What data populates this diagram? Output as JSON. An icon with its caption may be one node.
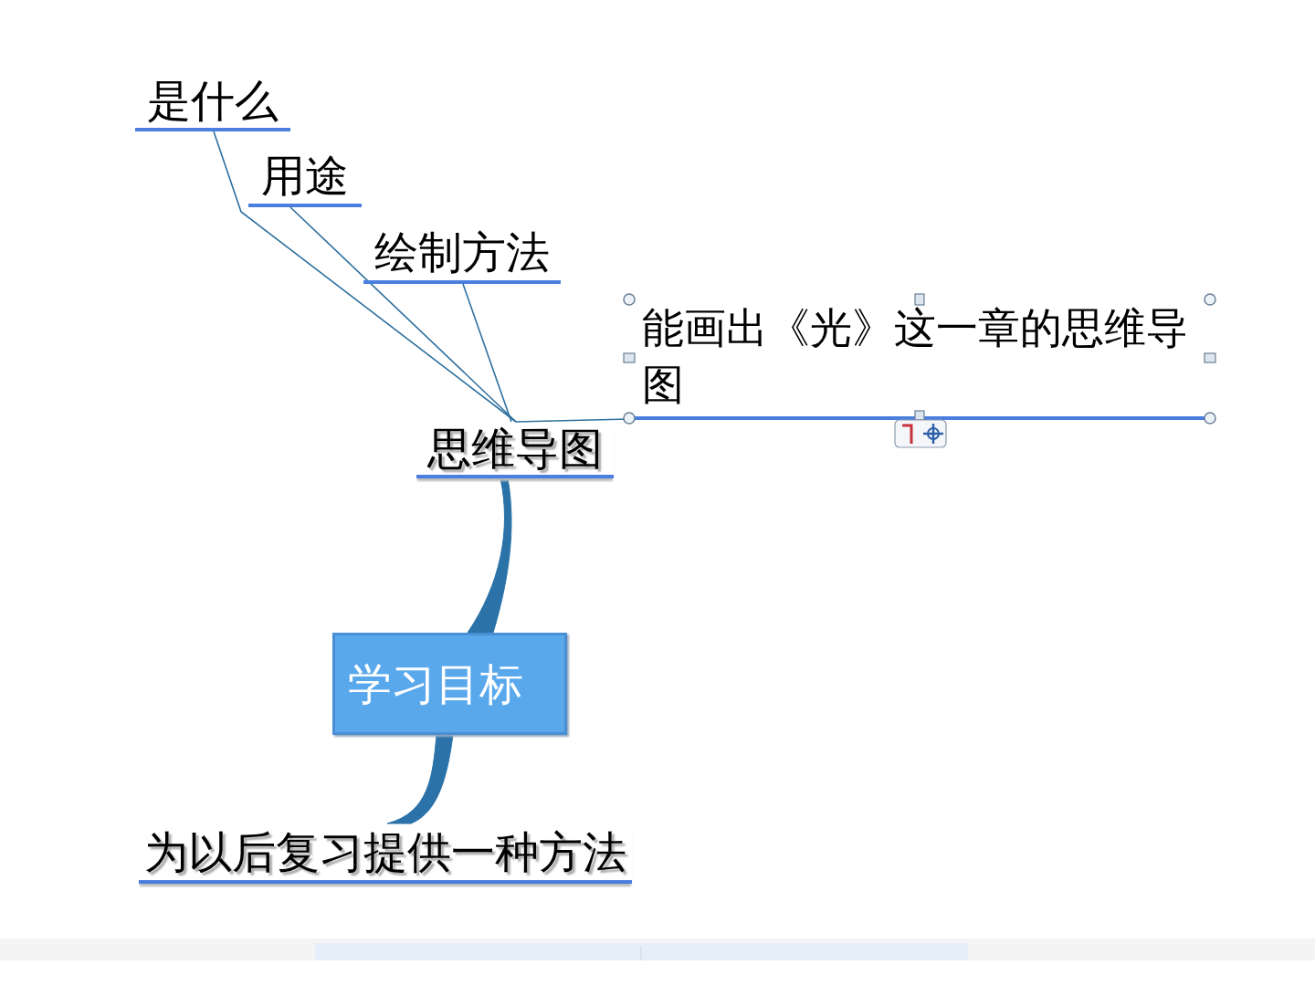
{
  "diagram": {
    "nodes": [
      {
        "text": [
          "学习目标"
        ]
      },
      {
        "text": [
          "思维导图"
        ]
      },
      {
        "text": [
          "为以后复习提供一种方法"
        ]
      },
      {
        "text": [
          "是什么"
        ]
      },
      {
        "text": [
          "用途"
        ]
      },
      {
        "text": [
          "绘制方法"
        ]
      },
      {
        "text": [
          "能画出《光》这一章的思维导图"
        ]
      }
    ],
    "edges": [
      {
        "from": 0,
        "to": 1,
        "arrow": "none",
        "style": "thick"
      },
      {
        "from": 0,
        "to": 2,
        "arrow": "none",
        "style": "thick"
      },
      {
        "from": 1,
        "to": 3,
        "arrow": "none"
      },
      {
        "from": 1,
        "to": 4,
        "arrow": "none"
      },
      {
        "from": 1,
        "to": 5,
        "arrow": "none"
      },
      {
        "from": 1,
        "to": 6,
        "arrow": "none"
      }
    ]
  }
}
